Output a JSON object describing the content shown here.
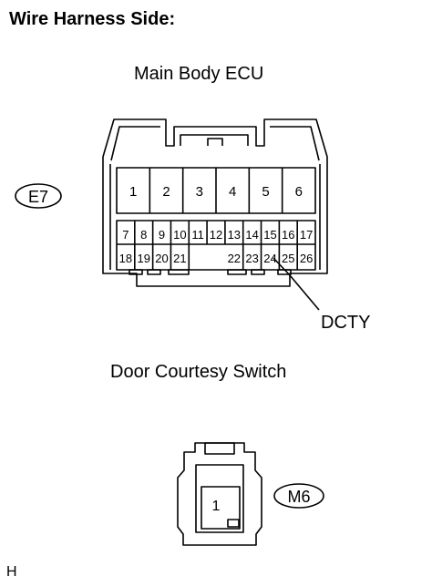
{
  "title": "Wire Harness Side:",
  "ecu": {
    "name": "Main Body ECU",
    "connector_code": "E7",
    "pins_large": [
      "1",
      "2",
      "3",
      "4",
      "5",
      "6"
    ],
    "pins_row1": [
      "7",
      "8",
      "9",
      "10",
      "11",
      "12",
      "13",
      "14",
      "15",
      "16",
      "17"
    ],
    "pins_row2": [
      "18",
      "19",
      "20",
      "21",
      "22",
      "23",
      "24",
      "25",
      "26"
    ],
    "signal_label": "DCTY"
  },
  "switch": {
    "name": "Door Courtesy Switch",
    "connector_code": "M6",
    "pin": "1"
  },
  "footer_code": "H"
}
